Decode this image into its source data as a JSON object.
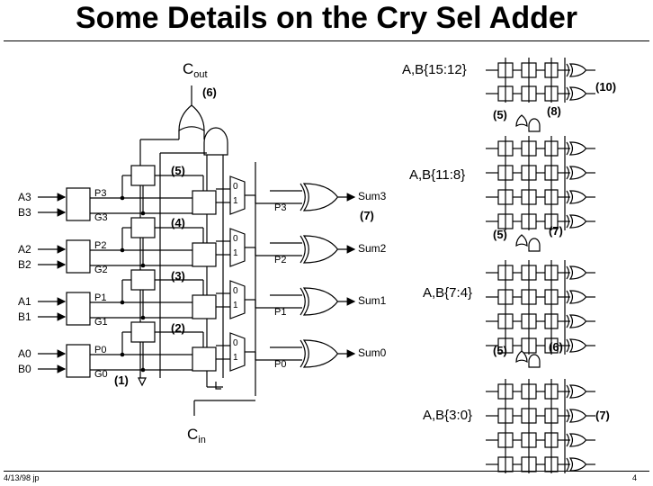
{
  "title": "Some Details on the Cry Sel Adder",
  "footer": {
    "date": "4/13/98 jp",
    "page": "4"
  },
  "diagram": {
    "cout_label": "C",
    "cout_sub": "out",
    "cin_label": "C",
    "cin_sub": "in",
    "inputs": [
      {
        "a": "A3",
        "b": "B3",
        "p": "P3",
        "g": "G3",
        "pout": "P3",
        "sum": "Sum3"
      },
      {
        "a": "A2",
        "b": "B2",
        "p": "P2",
        "g": "G2",
        "pout": "P2",
        "sum": "Sum2"
      },
      {
        "a": "A1",
        "b": "B1",
        "p": "P1",
        "g": "G1",
        "pout": "P1",
        "sum": "Sum1"
      },
      {
        "a": "A0",
        "b": "B0",
        "p": "P0",
        "g": "G0",
        "pout": "P0",
        "sum": "Sum0"
      }
    ],
    "mux_labels": [
      "0",
      "1"
    ],
    "annotations": {
      "cout_delay": "(6)",
      "delay_5": "(5)",
      "delay_4": "(4)",
      "delay_3": "(3)",
      "delay_2": "(2)",
      "delay_1": "(1)",
      "sum3_delay": "(7)"
    },
    "blocks": [
      {
        "label": "A,B{15:12}",
        "delay_right": "(10)",
        "carry_delay_left": "(5)",
        "carry_delay_right": "(8)"
      },
      {
        "label": "A,B{11:8}",
        "carry_delay_left": "(5)",
        "carry_delay_right": "(7)"
      },
      {
        "label": "A,B{7:4}",
        "carry_delay_left": "(5)",
        "carry_delay_right": "(6)"
      },
      {
        "label": "A,B{3:0}",
        "delay_right": "(7)"
      }
    ]
  }
}
